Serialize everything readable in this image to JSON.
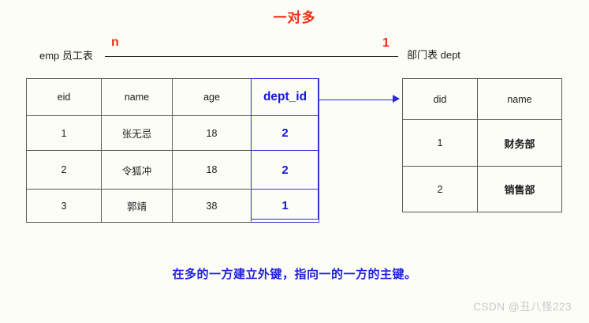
{
  "title": "一对多",
  "relationship": {
    "left_label": "emp 员工表",
    "right_label": "部门表 dept",
    "left_cardinality": "n",
    "right_cardinality": "1",
    "line_color": "#20201f",
    "cardinality_color": "#ef2d12"
  },
  "emp_table": {
    "name": "emp",
    "headers": [
      "eid",
      "name",
      "age",
      "dept_id"
    ],
    "rows": [
      {
        "eid": "1",
        "name": "张无忌",
        "age": "18",
        "dept_id": "2"
      },
      {
        "eid": "2",
        "name": "令狐冲",
        "age": "18",
        "dept_id": "2"
      },
      {
        "eid": "3",
        "name": "郭靖",
        "age": "38",
        "dept_id": "1"
      }
    ],
    "foreign_key_column": "dept_id",
    "foreign_key_color": "#1414e6"
  },
  "dept_table": {
    "name": "dept",
    "headers": [
      "did",
      "name"
    ],
    "rows": [
      {
        "did": "1",
        "name": "财务部"
      },
      {
        "did": "2",
        "name": "销售部"
      }
    ]
  },
  "caption": "在多的一方建立外键，指向一的一方的主键。",
  "caption_color": "#1f1fe0",
  "watermark": "CSDN @丑八怪223"
}
